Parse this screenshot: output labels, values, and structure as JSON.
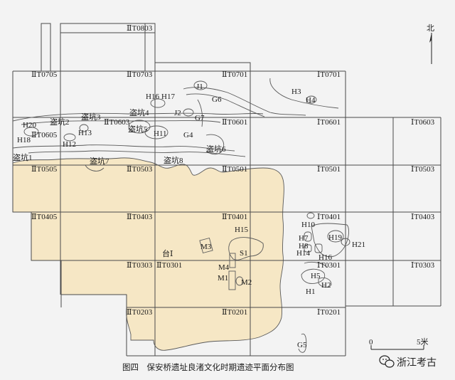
{
  "caption": "图四　保安桥遗址良渚文化时期遗迹平面分布图",
  "north_label": "北",
  "scale": {
    "zero": "0",
    "end": "5米"
  },
  "watermark": "浙江考古",
  "platform_label": "台Ⅰ",
  "grid_labels": {
    "t2_0803": "ⅡT0803",
    "t2_0705": "ⅡT0705",
    "t2_0703": "ⅡT0703",
    "t2_0701": "ⅡT0701",
    "t1_0701": "ⅠT0701",
    "t2_0605": "ⅡT0605",
    "t2_0603": "ⅡT0603",
    "t2_0601": "ⅡT0601",
    "t1_0601": "ⅠT0601",
    "t1_0603": "ⅠT0603",
    "t2_0505": "ⅡT0505",
    "t2_0503": "ⅡT0503",
    "t2_0501": "ⅡT0501",
    "t1_0501": "ⅠT0501",
    "t1_0503": "ⅠT0503",
    "t2_0405": "ⅡT0405",
    "t2_0403": "ⅡT0403",
    "t2_0401": "ⅡT0401",
    "t1_0401": "ⅠT0401",
    "t1_0403": "ⅠT0403",
    "t2_0303": "ⅡT0303",
    "t2_0301": "ⅡT0301",
    "t1_0301": "ⅠT0301",
    "t1_0303": "ⅠT0303",
    "t2_0203": "ⅡT0203",
    "t2_0201": "ⅡT0201",
    "t1_0201": "ⅠT0201"
  },
  "features": {
    "h16": "H16",
    "h17": "H17",
    "j1": "J1",
    "g6": "G6",
    "h3": "H3",
    "h4": "H4",
    "j2": "J2",
    "g7": "G7",
    "dk2": "盗坑2",
    "dk3": "盗坑3",
    "dk4": "盗坑4",
    "dk5": "盗坑5",
    "h20": "H20",
    "h18": "H18",
    "h13": "H13",
    "h12": "H12",
    "h11": "H11",
    "g4": "G4",
    "dk6": "盗坑6",
    "dk1": "盗坑1",
    "dk7": "盗坑7",
    "dk8": "盗坑8",
    "h10": "H10",
    "h15": "H15",
    "h7": "H7",
    "h19": "H19",
    "h8": "H8",
    "h21": "H21",
    "h14": "H14",
    "h16b": "H16",
    "m3": "M3",
    "s1": "S1",
    "m4": "M4",
    "m1": "M1",
    "m2": "M2",
    "h5": "H5",
    "h2": "H2",
    "h1": "H1",
    "g5": "G5"
  },
  "colors": {
    "platform_fill": "#f6e7c5",
    "line": "#4a4a4a",
    "background": "#f3f3f3"
  }
}
